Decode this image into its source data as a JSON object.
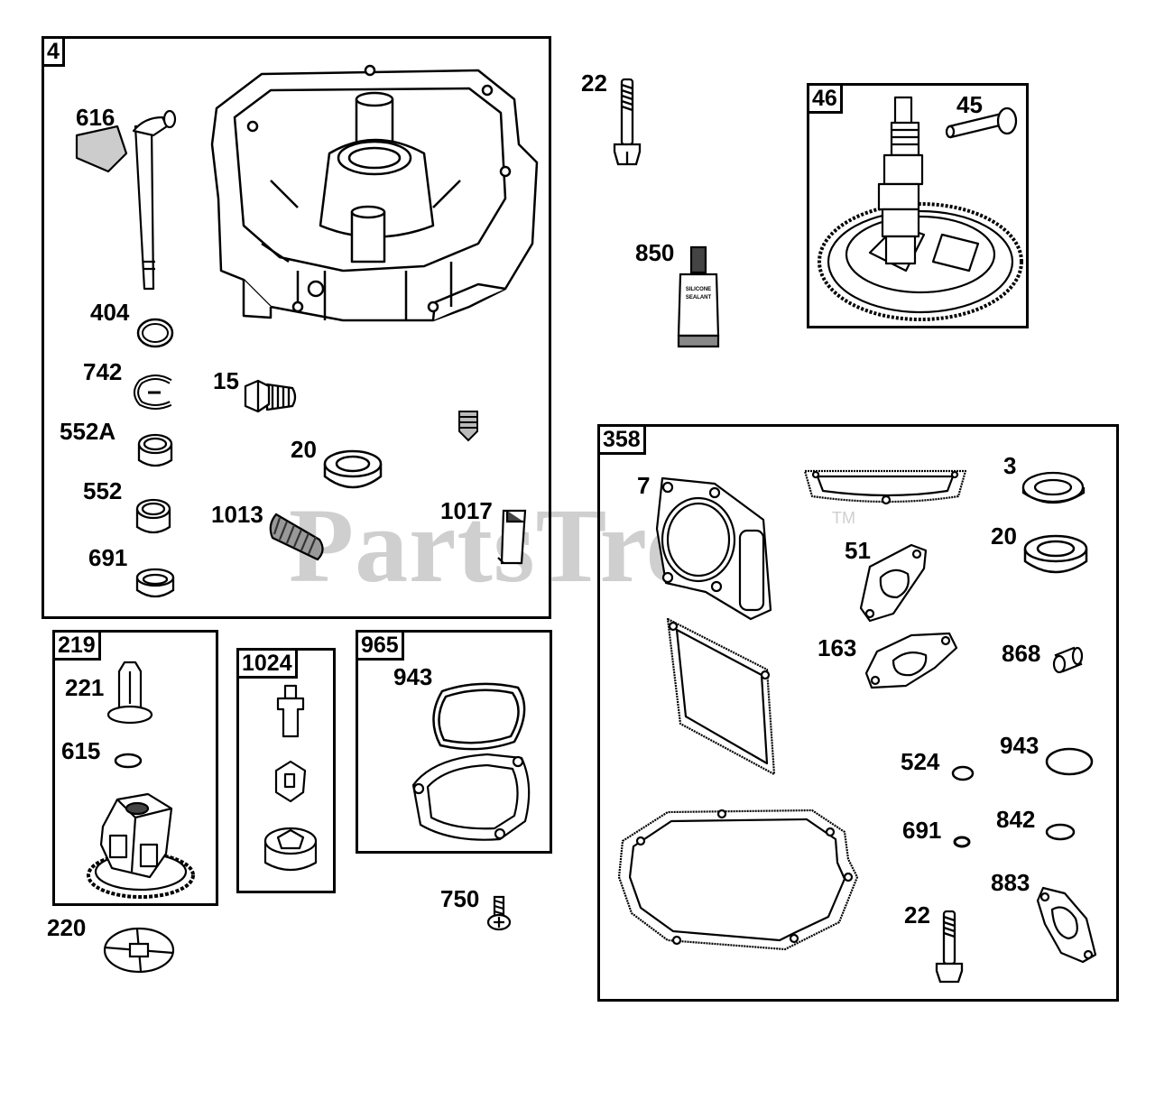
{
  "watermark": {
    "text": "PartsTree",
    "tm": "TM"
  },
  "groups": {
    "g4": "4",
    "g46": "46",
    "g358": "358",
    "g219": "219",
    "g1024": "1024",
    "g965": "965"
  },
  "labels": {
    "p616": "616",
    "p404": "404",
    "p742": "742",
    "p552a": "552A",
    "p552": "552",
    "p691a": "691",
    "p15": "15",
    "p20a": "20",
    "p1013": "1013",
    "p1017": "1017",
    "p22a": "22",
    "p850": "850",
    "p45": "45",
    "p7": "7",
    "p3": "3",
    "p20b": "20",
    "p51": "51",
    "p163": "163",
    "p868": "868",
    "p524": "524",
    "p943b": "943",
    "p691b": "691",
    "p842": "842",
    "p883": "883",
    "p22b": "22",
    "p221": "221",
    "p615": "615",
    "p220": "220",
    "p943a": "943",
    "p750": "750"
  },
  "tube": {
    "line1": "SILICONE",
    "line2": "SEALANT"
  }
}
